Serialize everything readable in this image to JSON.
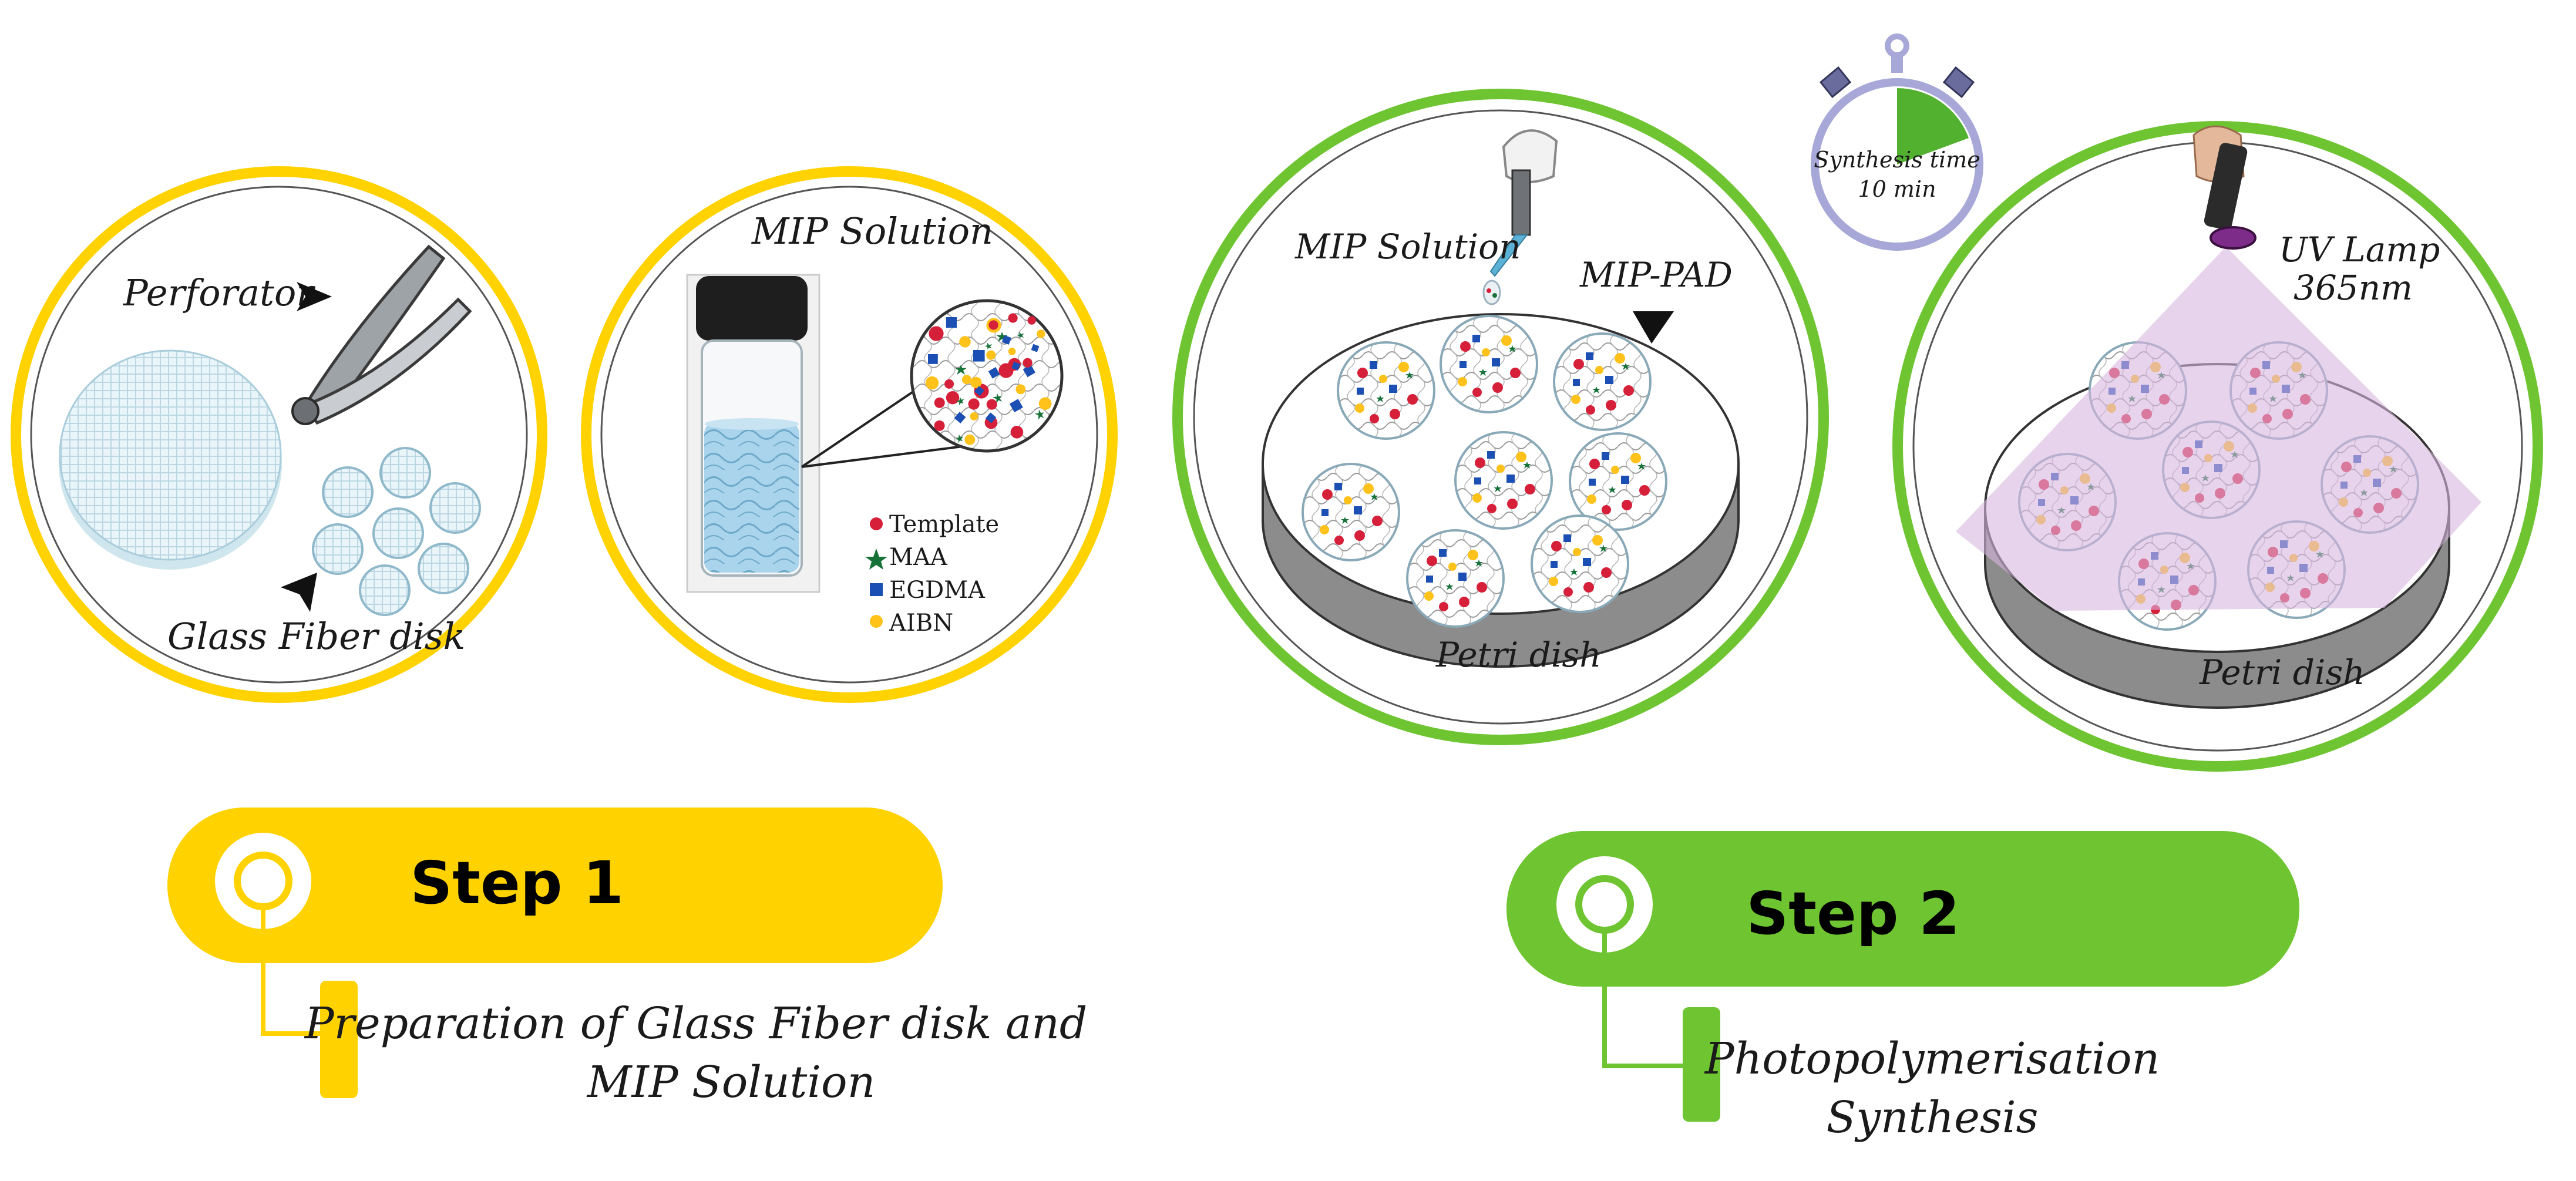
{
  "colors": {
    "step1_accent": "#FFD200",
    "step2_accent": "#6EC531",
    "solution_blue": "#A9D4EC",
    "uv_glow": "#D9B6DF",
    "dish_wall": "#8C8C8C",
    "timer_ring": "#A7A8D8"
  },
  "step1": {
    "perforator_label": "Perforator",
    "glass_fiber_label": "Glass Fiber disk",
    "mip_solution_label": "MIP Solution",
    "legend": [
      "Template",
      "MAA",
      "EGDMA",
      "AIBN"
    ],
    "title": "Step 1",
    "description_line1": "Preparation of Glass Fiber disk and",
    "description_line2": "MIP Solution"
  },
  "step2": {
    "mip_solution_label": "MIP Solution",
    "mip_pad_label": "MIP-PAD",
    "petri_label_left": "Petri dish",
    "timer_line1": "Synthesis time",
    "timer_line2": "10 min",
    "uv_line1": "UV Lamp",
    "uv_line2": "365nm",
    "petri_label_right": "Petri dish",
    "title": "Step 2",
    "description_line1": "Photopolymerisation",
    "description_line2": "Synthesis"
  },
  "icons": [
    "perforator-icon",
    "arrow-icon",
    "vial-icon",
    "pipette-icon",
    "stopwatch-icon",
    "uv-lamp-icon",
    "petri-dish-icon",
    "target-icon"
  ]
}
